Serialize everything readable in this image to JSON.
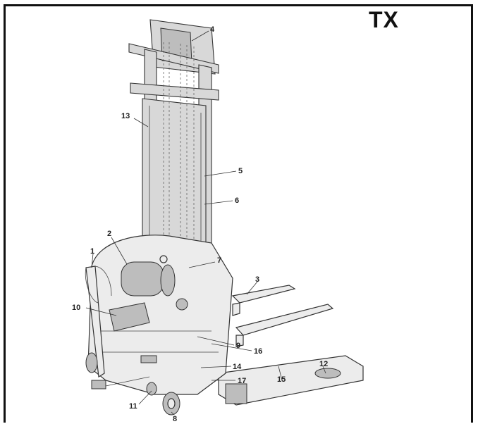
{
  "figure": {
    "title": "TX",
    "callouts": [
      {
        "id": "c1",
        "text": "1"
      },
      {
        "id": "c2",
        "text": "2"
      },
      {
        "id": "c3",
        "text": "3"
      },
      {
        "id": "c4",
        "text": "4"
      },
      {
        "id": "c5",
        "text": "5"
      },
      {
        "id": "c6",
        "text": "6"
      },
      {
        "id": "c7",
        "text": "7"
      },
      {
        "id": "c8",
        "text": "8"
      },
      {
        "id": "c9",
        "text": "9"
      },
      {
        "id": "c10",
        "text": "10"
      },
      {
        "id": "c11",
        "text": "11"
      },
      {
        "id": "c12",
        "text": "12"
      },
      {
        "id": "c13",
        "text": "13"
      },
      {
        "id": "c14",
        "text": "14"
      },
      {
        "id": "c15",
        "text": "15"
      },
      {
        "id": "c16",
        "text": "16"
      },
      {
        "id": "c17",
        "text": "17"
      }
    ]
  }
}
